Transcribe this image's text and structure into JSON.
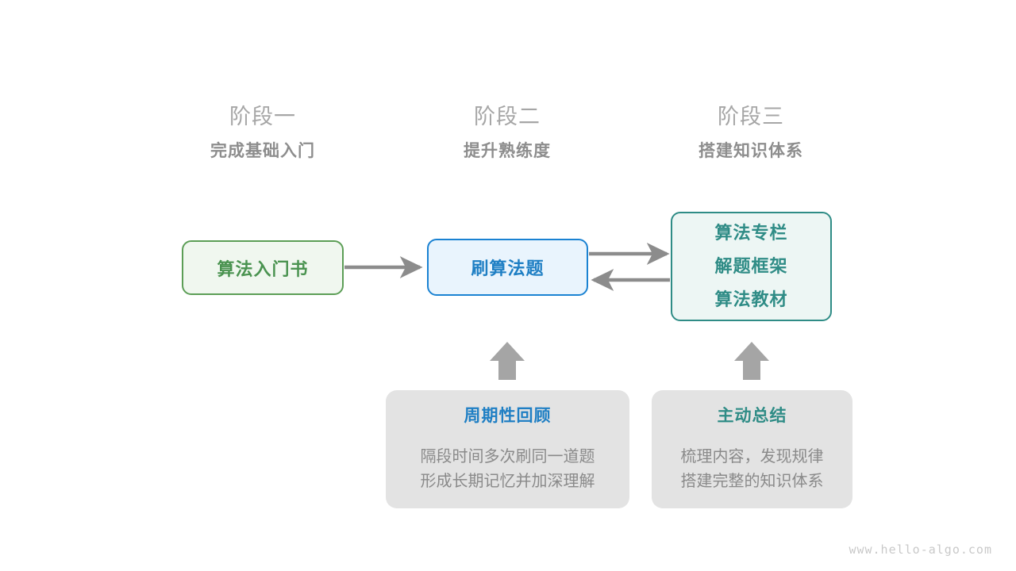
{
  "stages": [
    {
      "title": "阶段一",
      "subtitle": "完成基础入门"
    },
    {
      "title": "阶段二",
      "subtitle": "提升熟练度"
    },
    {
      "title": "阶段三",
      "subtitle": "搭建知识体系"
    }
  ],
  "nodes": {
    "book": {
      "label": "算法入门书",
      "color": "#4a9350",
      "border": "#5c9e56",
      "fill": "#f0f7ef"
    },
    "practice": {
      "label": "刷算法题",
      "color": "#1f7fc4",
      "border": "#1a82d2",
      "fill": "#e9f4fd"
    },
    "resources": {
      "lines": [
        "算法专栏",
        "解题框架",
        "算法教材"
      ],
      "color": "#2f8c86",
      "border": "#2f8c86",
      "fill": "#edf6f4"
    }
  },
  "cards": [
    {
      "title": "周期性回顾",
      "title_color": "#1f7fc4",
      "body_lines": [
        "隔段时间多次刷同一道题",
        "形成长期记忆并加深理解"
      ]
    },
    {
      "title": "主动总结",
      "title_color": "#2f8c86",
      "body_lines": [
        "梳理内容，发现规律",
        "搭建完整的知识体系"
      ]
    }
  ],
  "arrows": {
    "color": "#8c8c8c",
    "items": [
      {
        "name": "book-to-practice",
        "direction": "right"
      },
      {
        "name": "practice-to-resources",
        "direction": "right"
      },
      {
        "name": "resources-to-practice",
        "direction": "left"
      },
      {
        "name": "review-to-practice",
        "direction": "up"
      },
      {
        "name": "summary-to-resources",
        "direction": "up"
      }
    ]
  },
  "watermark": "www.hello-algo.com"
}
